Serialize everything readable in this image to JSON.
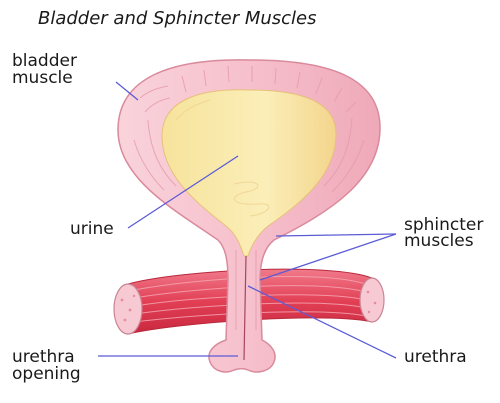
{
  "title": "Bladder and Sphincter Muscles",
  "labels": {
    "bladder_muscle": [
      "bladder",
      "muscle"
    ],
    "urine": "urine",
    "sphincter_muscles": [
      "sphincter",
      "muscles"
    ],
    "urethra_opening": [
      "urethra",
      "opening"
    ],
    "urethra": "urethra"
  },
  "colors": {
    "bladder_wall": "#f6c4cf",
    "bladder_outline": "#d98a9c",
    "urine": "#f9e6a6",
    "muscle": "#e64a5e",
    "muscle_end": "#f7c9d3",
    "leader_line": "#5b5bd6"
  }
}
